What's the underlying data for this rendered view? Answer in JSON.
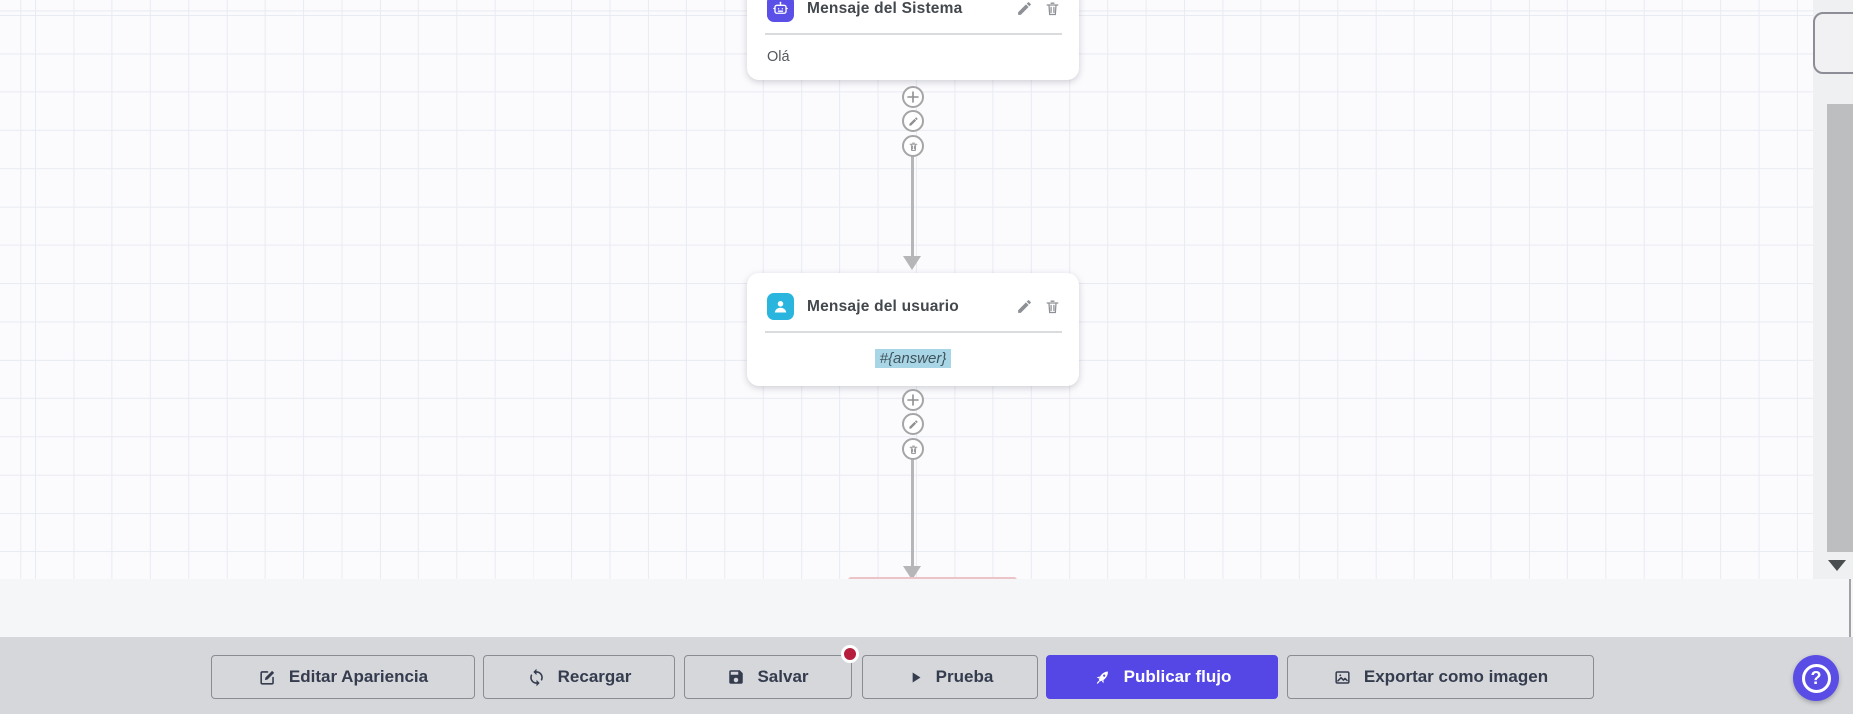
{
  "canvas": {
    "nodes": [
      {
        "id": "system-message",
        "title": "Mensaje del Sistema",
        "content": "Olá",
        "icon": "robot-icon",
        "icon_color": "#5a50e8",
        "actions": [
          "edit",
          "delete"
        ]
      },
      {
        "id": "user-message",
        "title": "Mensaje del usuario",
        "content": "#{answer}",
        "icon": "user-icon",
        "icon_color": "#29b5dd",
        "content_highlighted": true,
        "highlight_color": "#a9d6e6",
        "actions": [
          "edit",
          "delete"
        ]
      }
    ],
    "connector_actions": [
      "add-node",
      "edit-connection",
      "delete-connection"
    ],
    "connector_icons": {
      "add-node": "plus-icon",
      "edit-connection": "pencil-icon",
      "delete-connection": "trash-icon"
    }
  },
  "toolbar": {
    "buttons": [
      {
        "label": "Editar Apariencia",
        "icon": "edit-square-icon"
      },
      {
        "label": "Recargar",
        "icon": "refresh-icon"
      },
      {
        "label": "Salvar",
        "icon": "save-icon",
        "has_badge": true
      },
      {
        "label": "Prueba",
        "icon": "play-icon"
      },
      {
        "label": "Publicar flujo",
        "icon": "rocket-icon",
        "primary": true
      },
      {
        "label": "Exportar como imagen",
        "icon": "image-icon"
      }
    ],
    "badge_color": "#b51f3d",
    "primary_color": "#5447e6"
  },
  "help_button": {
    "label": "?",
    "color": "#5a4de6",
    "icon": "question-icon"
  }
}
